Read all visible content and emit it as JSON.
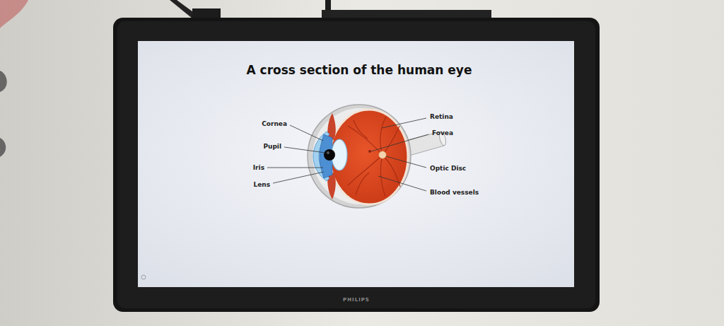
{
  "diagram": {
    "title": "A cross section of the human eye",
    "labels": [
      "Cornea",
      "Pupil",
      "Iris",
      "Lens",
      "Retina",
      "Fovea",
      "Optic Disc",
      "Blood vessels",
      "PHILIPS"
    ]
  }
}
